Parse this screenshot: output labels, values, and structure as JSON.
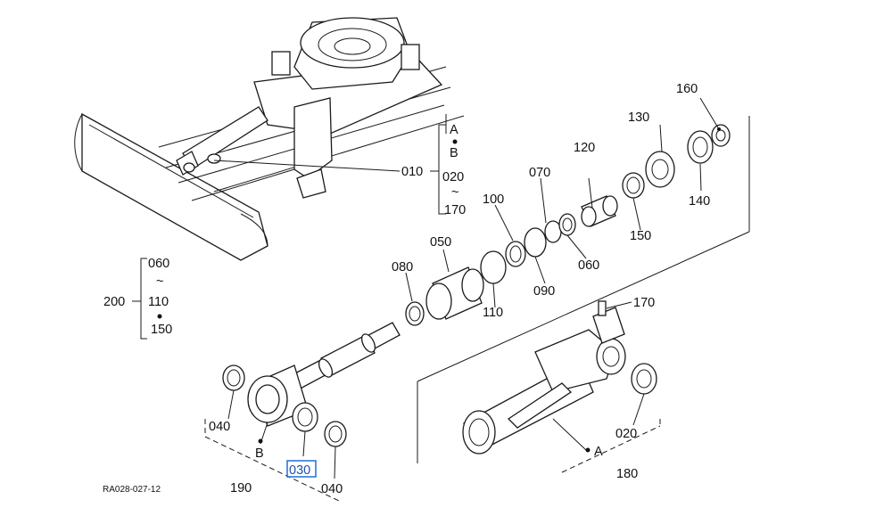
{
  "drawing_code": "RA028-027-12",
  "selected_callout": "030",
  "accent_color": "#1e6fd9",
  "callouts": {
    "c010": "010",
    "c020": "020",
    "c170_range": "170",
    "range_A": "A",
    "range_B": "B",
    "c200": "200",
    "c060_top": "060",
    "c110_range": "110",
    "c150_range": "150",
    "c160": "160",
    "c130": "130",
    "c140": "140",
    "c120": "120",
    "c070": "070",
    "c100": "100",
    "c150": "150",
    "c060": "060",
    "c050": "050",
    "c090": "090",
    "c080": "080",
    "c110": "110",
    "c170": "170",
    "c020_cyl": "020",
    "c180": "180",
    "label_A": "A",
    "c040_left": "040",
    "label_B": "B",
    "c030": "030",
    "c040_right": "040",
    "c190": "190"
  },
  "range_symbols": {
    "tilde": "~",
    "bullet": "•"
  }
}
